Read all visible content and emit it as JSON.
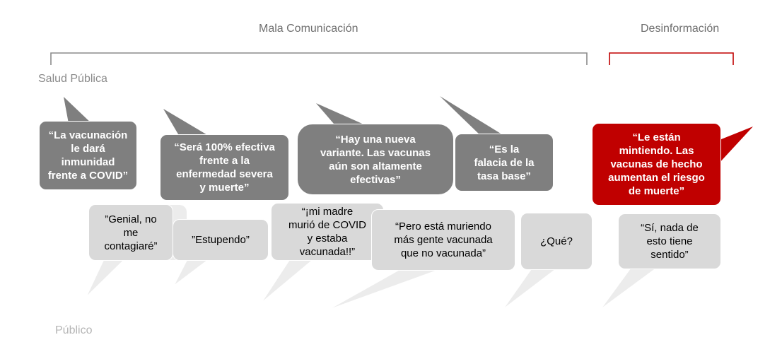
{
  "headers": {
    "mala_comunicacion": "Mala Comunicación",
    "desinformacion": "Desinformación"
  },
  "actors": {
    "salud_publica": "Salud Pública",
    "publico": "Público"
  },
  "colors": {
    "government_bubble": "#7f7f7f",
    "disinformation_bubble": "#c00000",
    "public_bubble": "#d9d9d9",
    "bracket_gray": "#8c8c8c",
    "bracket_red": "#c00000"
  },
  "speech_bubbles": {
    "salud_publica": [
      "“La vacunación\nle dará\ninmunidad\nfrente a COVID”",
      "“Será 100% efectiva\nfrente a la\nenfermedad severa\ny muerte”",
      "“Hay una nueva\nvariante. Las vacunas\naún son altamente\nefectivas”",
      "“Es la\nfalacia de la\ntasa base”"
    ],
    "desinformacion": [
      "“Le están\nmintiendo. Las\nvacunas de hecho\naumentan  el riesgo\nde muerte”"
    ],
    "publico": [
      "”Genial, no\nme\ncontagiaré”",
      "”Estupendo”",
      "“¡mi madre\nmurió de COVID\ny estaba\nvacunada!!”",
      "“Pero está muriendo\nmás gente vacunada\nque no vacunada”",
      "¿Qué?",
      "“Sí, nada de\nesto tiene\nsentido”"
    ]
  }
}
